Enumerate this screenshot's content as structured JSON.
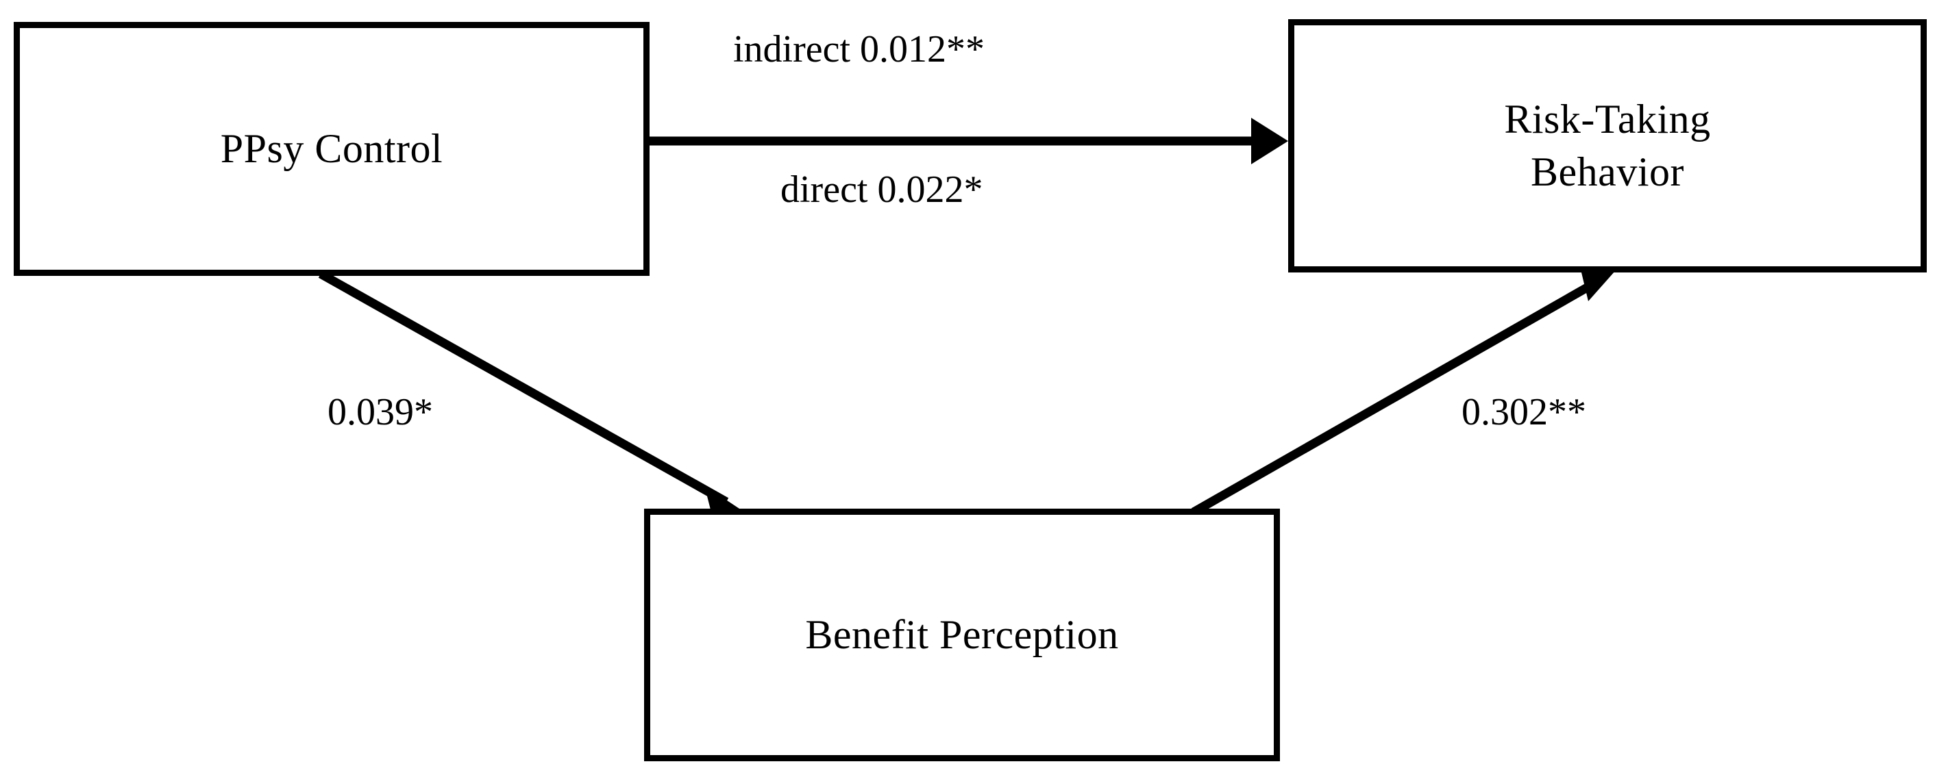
{
  "diagram": {
    "type": "path-model",
    "title": "",
    "background_color": "#ffffff",
    "line_color": "#000000",
    "text_color": "#000000",
    "nodes": [
      {
        "id": "ppsy_control",
        "label_lines": [
          "PPsy Control"
        ],
        "label": "PPsy Control"
      },
      {
        "id": "risk_taking_behavior",
        "label_lines": [
          "Risk-Taking",
          "Behavior"
        ],
        "label_line1": "Risk-Taking",
        "label_line2": "Behavior"
      },
      {
        "id": "benefit_perception",
        "label_lines": [
          "Benefit Perception"
        ],
        "label": "Benefit Perception"
      }
    ],
    "edges": [
      {
        "id": "ppsy_to_risk_indirect",
        "from": "ppsy_control",
        "to": "risk_taking_behavior",
        "label": "indirect 0.012**",
        "coefficient": 0.012,
        "significance": "**"
      },
      {
        "id": "ppsy_to_risk_direct",
        "from": "ppsy_control",
        "to": "risk_taking_behavior",
        "label": "direct 0.022*",
        "coefficient": 0.022,
        "significance": "*"
      },
      {
        "id": "ppsy_to_benefit",
        "from": "ppsy_control",
        "to": "benefit_perception",
        "label": "0.039*",
        "coefficient": 0.039,
        "significance": "*"
      },
      {
        "id": "benefit_to_risk",
        "from": "benefit_perception",
        "to": "risk_taking_behavior",
        "label": "0.302**",
        "coefficient": 0.302,
        "significance": "**"
      }
    ]
  }
}
